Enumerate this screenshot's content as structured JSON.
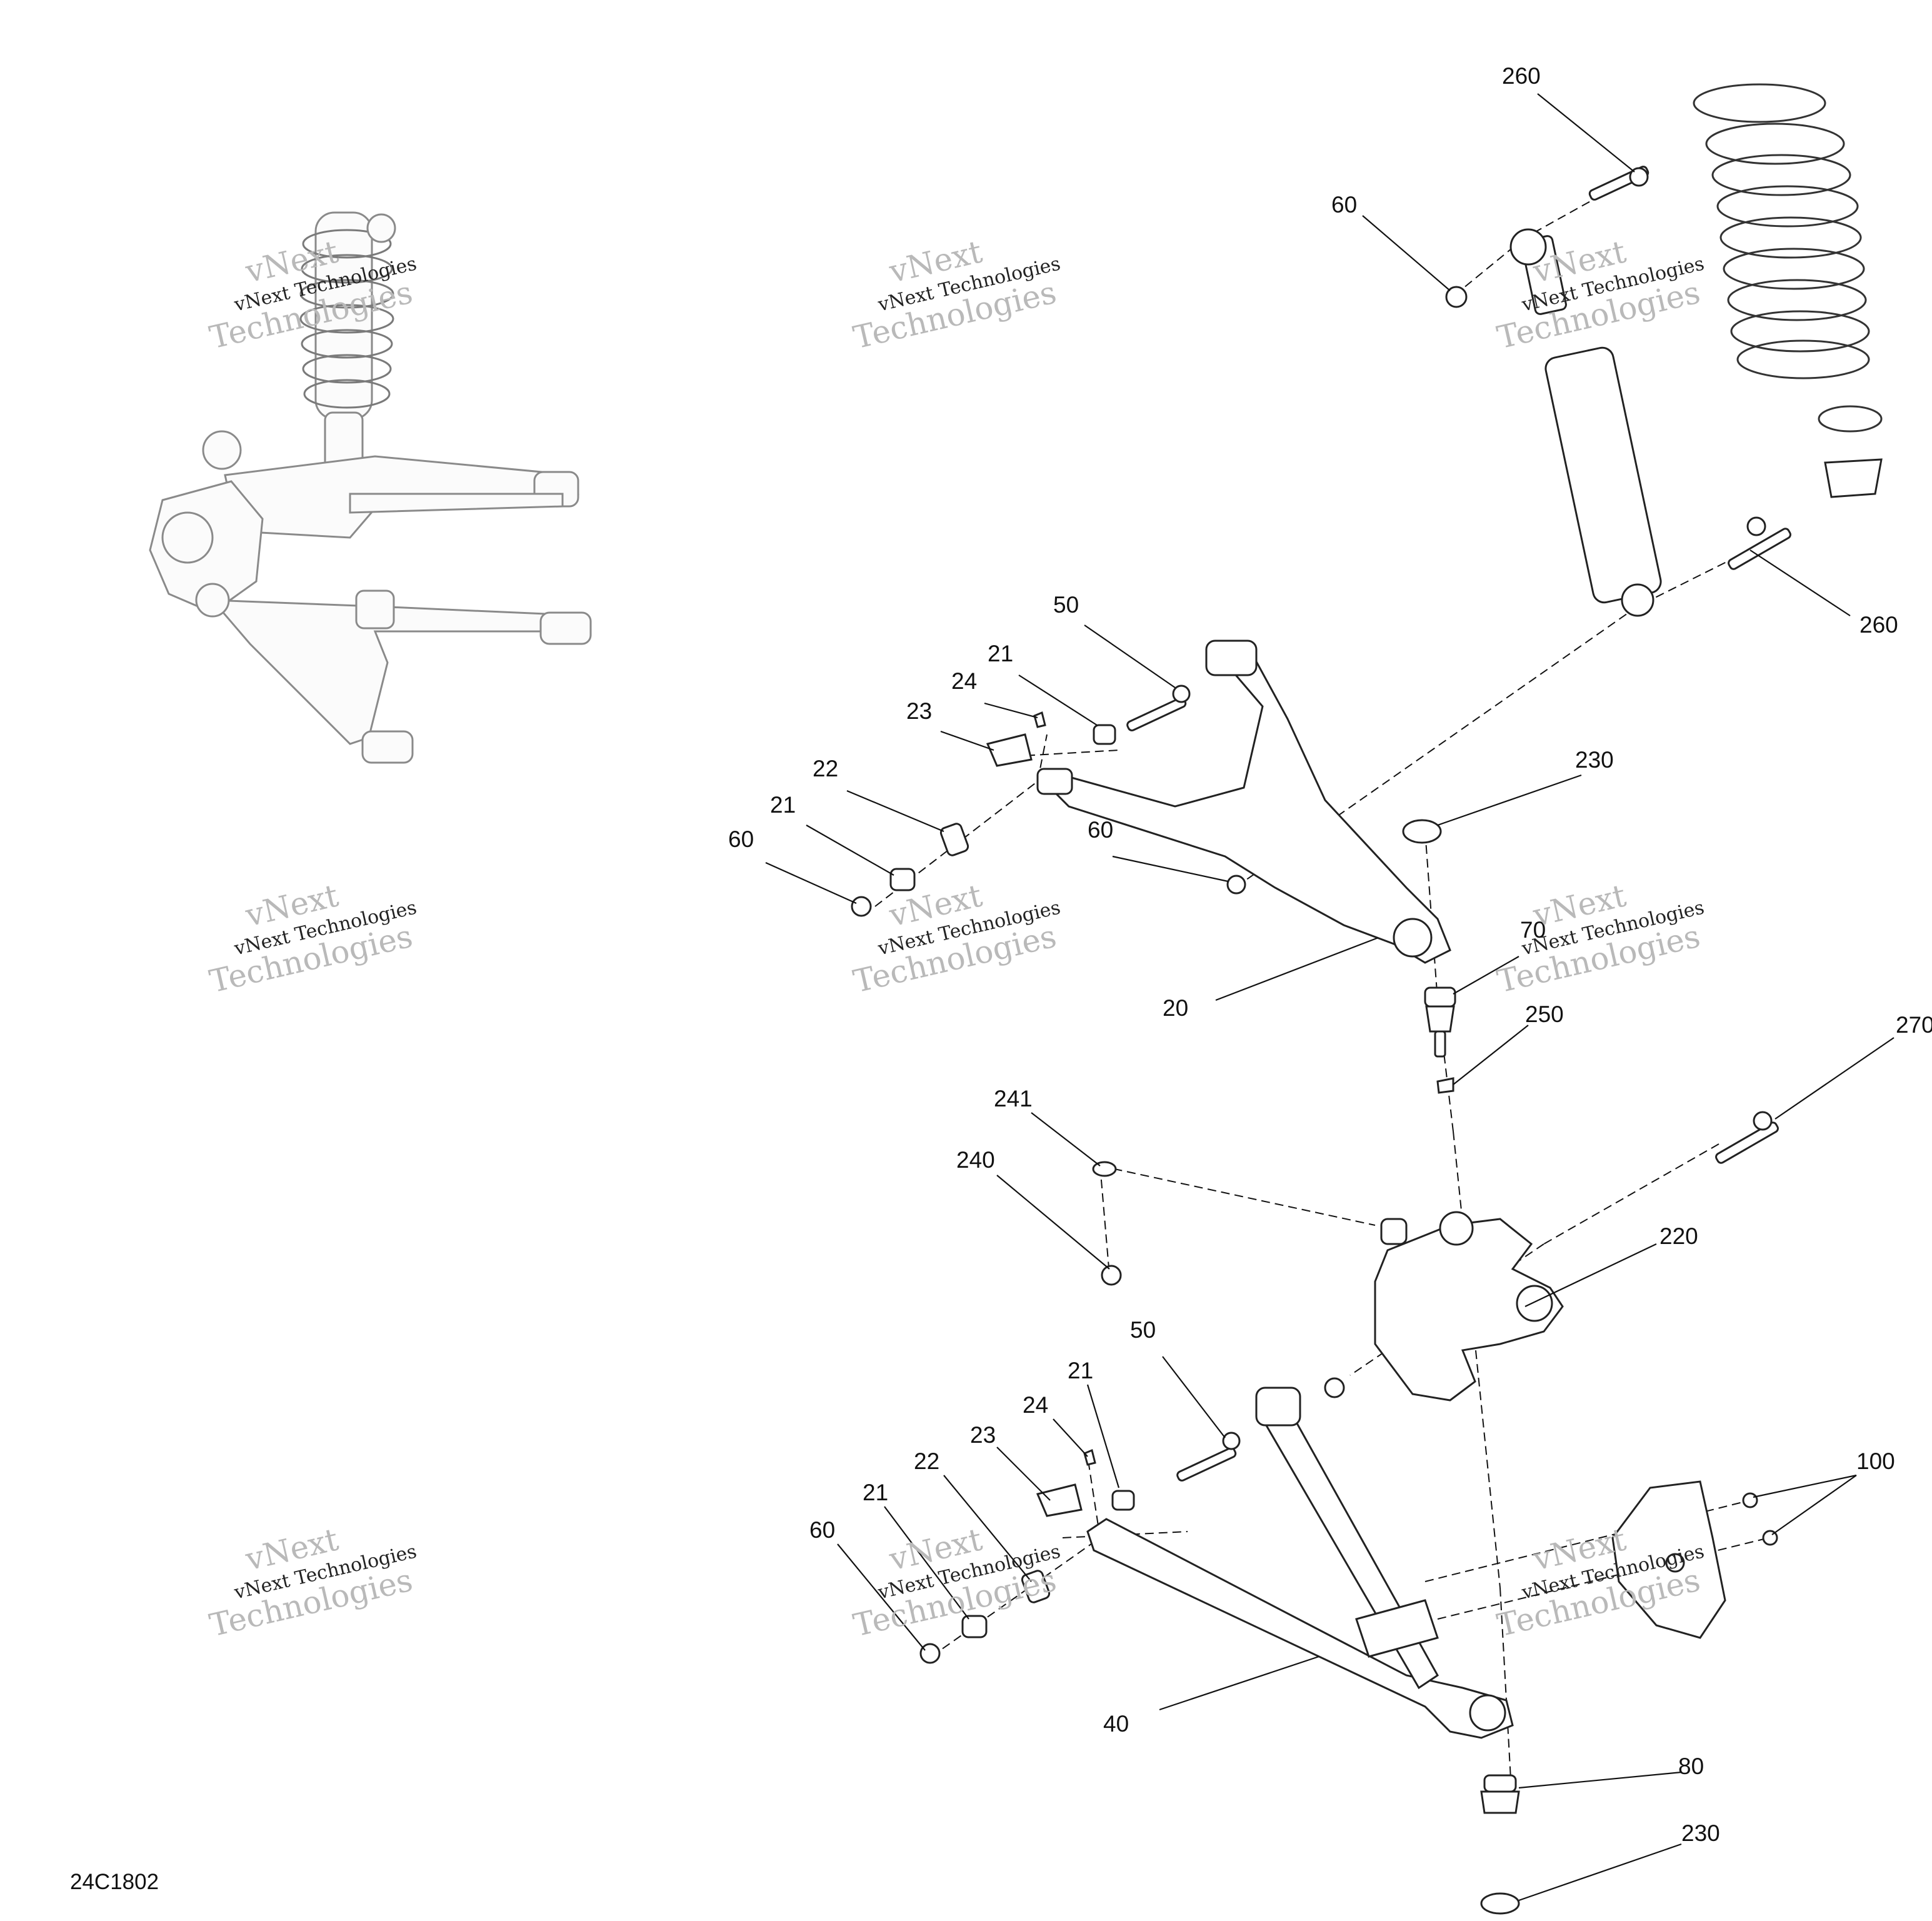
{
  "diagram": {
    "drawing_code": "24C1802",
    "watermark": {
      "line1": "vNext",
      "line2": "vNext Technologies",
      "line3": "Technologies"
    },
    "callouts": [
      "260",
      "60",
      "260",
      "50",
      "21",
      "24",
      "23",
      "22",
      "21",
      "60",
      "60",
      "230",
      "70",
      "20",
      "250",
      "270",
      "241",
      "240",
      "220",
      "50",
      "21",
      "24",
      "23",
      "22",
      "21",
      "60",
      "100",
      "40",
      "80",
      "230"
    ]
  }
}
